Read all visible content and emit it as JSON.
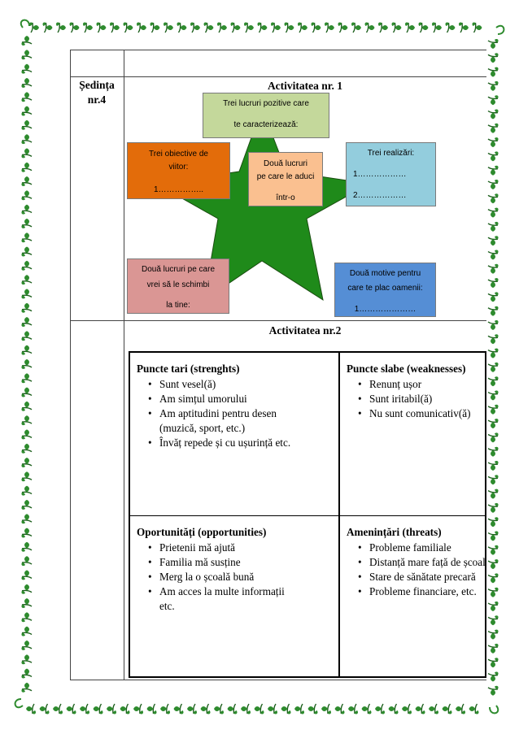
{
  "session": {
    "label_line1": "Ședința",
    "label_line2": "nr.4"
  },
  "activity1": {
    "title": "Activitatea nr. 1",
    "star_color": "#1f8a1a",
    "boxes": {
      "top": {
        "lines": [
          "Trei lucruri pozitive care",
          "te caracterizează:"
        ],
        "color": "#c4d89b"
      },
      "left": {
        "lines": [
          "Trei obiective de",
          "viitor:",
          "1…………….."
        ],
        "color": "#e36c0a"
      },
      "center": {
        "lines": [
          "Două lucruri",
          "pe care le aduci",
          "într-o"
        ],
        "color": "#fac090"
      },
      "right": {
        "lines": [
          "Trei realizări:",
          "1………………",
          "2………………"
        ],
        "color": "#93cddd"
      },
      "bottom_left": {
        "lines": [
          "Două lucruri pe care",
          "vrei  să le schimbi",
          "la tine:"
        ],
        "color": "#da9694"
      },
      "bottom_right": {
        "lines": [
          "Două motive pentru",
          "care te plac oamenii:",
          "1…………………"
        ],
        "color": "#558ed5"
      }
    }
  },
  "activity2": {
    "title": "Activitatea nr.2",
    "strengths": {
      "title": "Puncte tari (strenghts)",
      "items": [
        "Sunt vesel(ă)",
        "Am simțul umorului",
        "Am aptitudini pentru desen",
        "(muzică, sport, etc.)",
        "Învăț repede și cu ușurință etc."
      ]
    },
    "weaknesses": {
      "title": "Puncte slabe (weaknesses)",
      "items": [
        "Renunț  ușor",
        "Sunt iritabil(ă)",
        "Nu sunt comunicativ(ă)"
      ]
    },
    "opportunities": {
      "title": "Oportunități (opportunities)",
      "items": [
        "Prietenii mă ajută",
        "Familia mă susține",
        "Merg la o școală bună",
        "Am acces la multe informații",
        "etc."
      ]
    },
    "threats": {
      "title": "Amenințări (threats)",
      "items": [
        "Probleme familiale",
        "Distanță mare față de școală",
        "Stare de sănătate precară",
        "Probleme financiare, etc."
      ]
    }
  },
  "decoration": {
    "border_color": "#2e8b2e",
    "border_motif": "vine-leaf-icon"
  }
}
